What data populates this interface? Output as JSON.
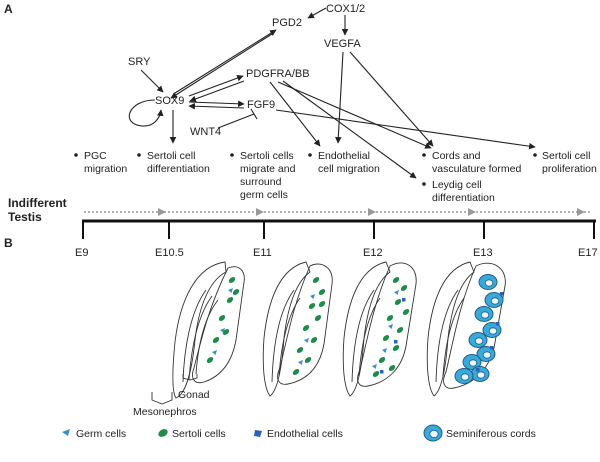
{
  "panels": {
    "a": "A",
    "b": "B"
  },
  "genes": {
    "pgd2": "PGD2",
    "cox": "COX1/2",
    "vegfa": "VEGFA",
    "sry": "SRY",
    "sox9": "SOX9",
    "pdgfra": "PDGFRA/BB",
    "fgf9": "FGF9",
    "wnt4": "WNT4"
  },
  "events": [
    {
      "lines": [
        "PGC",
        "migration"
      ]
    },
    {
      "lines": [
        "Sertoli cell",
        "differentiation"
      ]
    },
    {
      "lines": [
        "Sertoli cells",
        "migrate and",
        "surround",
        "germ cells"
      ]
    },
    {
      "lines": [
        "Endothelial",
        "cell migration"
      ]
    },
    {
      "lines": [
        "Cords and",
        "vasculature formed"
      ]
    },
    {
      "lines": [
        "Leydig cell",
        "differentiation"
      ]
    },
    {
      "lines": [
        "Sertoli cell",
        "proliferation"
      ]
    }
  ],
  "timeline": {
    "stage_lines": [
      "Indifferent",
      "Testis"
    ],
    "ticks": [
      "E9",
      "E10.5",
      "E11",
      "E12",
      "E13",
      "E17"
    ]
  },
  "anatomy": {
    "gonad": "Gonad",
    "mesonephros": "Mesonephros"
  },
  "legend": {
    "germ": "Germ cells",
    "sertoli": "Sertoli cells",
    "endothelial": "Endothelial cells",
    "cords": "Seminiferous cords"
  },
  "colors": {
    "germ": "#3a8fd0",
    "sertoli": "#1f8a4c",
    "endothelial": "#2a62b8",
    "cords": "#3aa8d8",
    "cords_lumen": "#e9f6fb",
    "timeline": "#111111",
    "dotted": "#999999"
  }
}
